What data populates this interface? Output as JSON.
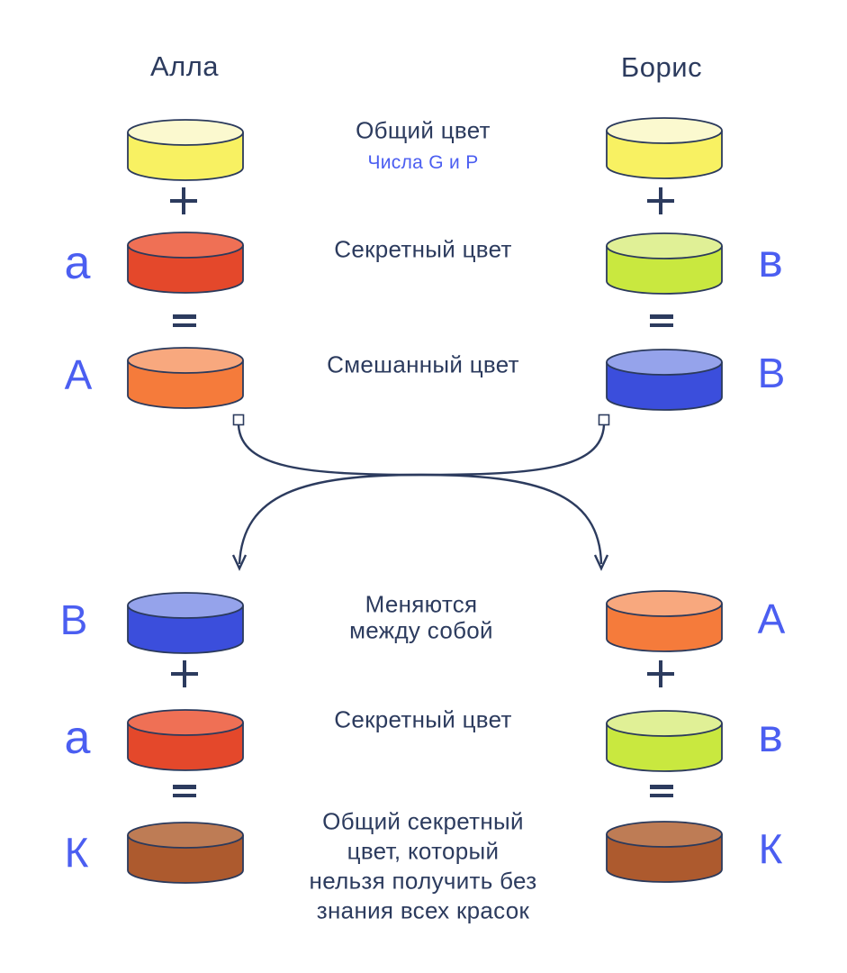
{
  "colors": {
    "ink": "#2C3B5E",
    "letter_blue": "#4B5EF1",
    "cylinder_stroke": "#2B3A5C",
    "cylinders": {
      "yellow": {
        "body": "#F8F162",
        "top": "#FBF9CF"
      },
      "red": {
        "body": "#E4482B",
        "top": "#EF7055"
      },
      "lime": {
        "body": "#C9E83F",
        "top": "#E0F096"
      },
      "orange": {
        "body": "#F57B3B",
        "top": "#F8A87E"
      },
      "blue": {
        "body": "#3B4EDC",
        "top": "#95A3EB"
      },
      "brown": {
        "body": "#AD5A2E",
        "top": "#BE7C55"
      }
    }
  },
  "participants": {
    "left": "Алла",
    "right": "Борис"
  },
  "rows": {
    "common": {
      "title": "Общий цвет",
      "subtitle": "Числа G и P"
    },
    "secret1": {
      "title": "Секретный цвет",
      "left_letter": "а",
      "right_letter": "в"
    },
    "mixed": {
      "title": "Смешанный цвет",
      "left_letter": "А",
      "right_letter": "В"
    },
    "exchange": {
      "line1": "Меняются",
      "line2": "между собой",
      "left_letter": "В",
      "right_letter": "А"
    },
    "secret2": {
      "title": "Секретный цвет",
      "left_letter": "а",
      "right_letter": "в"
    },
    "shared": {
      "left_letter": "К",
      "right_letter": "К",
      "lines": [
        "Общий секретный",
        "цвет, который",
        "нельзя получить без",
        "знания всех красок"
      ]
    }
  }
}
